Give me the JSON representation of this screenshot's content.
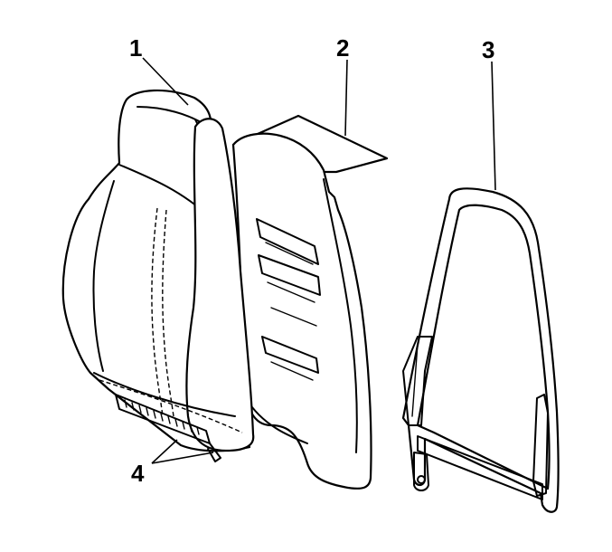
{
  "diagram": {
    "callouts": [
      {
        "id": "seat-back-cover",
        "label": "1"
      },
      {
        "id": "seat-back-pad",
        "label": "2"
      },
      {
        "id": "seat-back-frame",
        "label": "3"
      },
      {
        "id": "cover-retainers",
        "label": "4"
      }
    ],
    "colors": {
      "line": "#000000",
      "background": "#ffffff"
    }
  }
}
